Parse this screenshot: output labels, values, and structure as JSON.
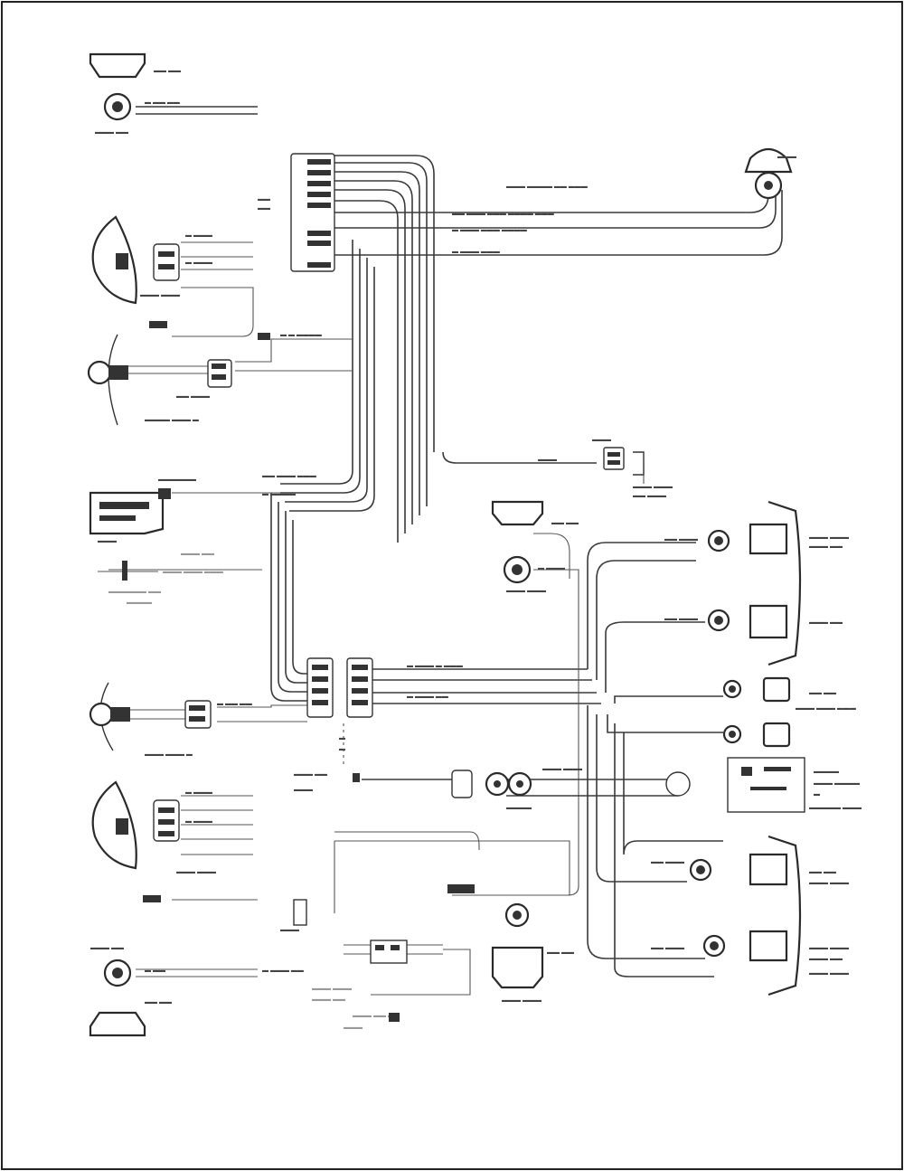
{
  "diagram": {
    "kind": "vehicle lighting wiring diagram (scanned, illegible small print)",
    "legible_text": [],
    "components": [
      "side-marker-lamp-upper-left",
      "front-upper-connector-block",
      "dome-lamp-upper-right",
      "headlamp-upper-left",
      "parking-lamp-upper-left",
      "left-switch-connector",
      "center-connector",
      "rear-lamp-upper-center",
      "tail-lamp-upper-right",
      "rear-lamp-right-middle",
      "lower-connector-block",
      "parking-lamp-lower-left",
      "small-lamp-right-1",
      "small-lamp-right-2",
      "flasher-unit-box",
      "headlamp-lower-left",
      "backup-lamp-lower-right",
      "lower-center-lamps",
      "tail-lamp-lower-right",
      "side-marker-lamp-lower-left"
    ],
    "colors": {
      "ink": "#2a2a2a",
      "paper": "#ffffff",
      "faint": "#999999"
    }
  }
}
